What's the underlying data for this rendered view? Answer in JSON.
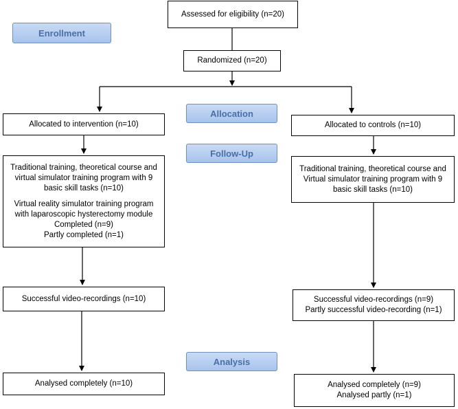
{
  "stages": {
    "enrollment": "Enrollment",
    "allocation": "Allocation",
    "follow_up": "Follow-Up",
    "analysis": "Analysis"
  },
  "boxes": {
    "eligibility": "Assessed for eligibility (n=20)",
    "randomized": "Randomized (n=20)",
    "intervention": {
      "allocated": "Allocated to intervention (n=10)",
      "training_lines": [
        "Traditional training, theoretical course and",
        "virtual simulator training program with 9",
        "basic skill tasks (n=10)"
      ],
      "vr_lines": [
        "Virtual reality simulator training program",
        "with laparoscopic hysterectomy module",
        "Completed (n=9)",
        "Partly completed (n=1)"
      ],
      "video": "Successful video-recordings (n=10)",
      "analysed": "Analysed completely (n=10)"
    },
    "controls": {
      "allocated": "Allocated to controls (n=10)",
      "training_lines": [
        "Traditional training, theoretical course and",
        "Virtual simulator training program with 9",
        "basic skill tasks (n=10)"
      ],
      "video_lines": [
        "Successful video-recordings (n=9)",
        "Partly successful video-recording (n=1)"
      ],
      "analysed_lines": [
        "Analysed completely (n=9)",
        "Analysed partly (n=1)"
      ]
    }
  }
}
